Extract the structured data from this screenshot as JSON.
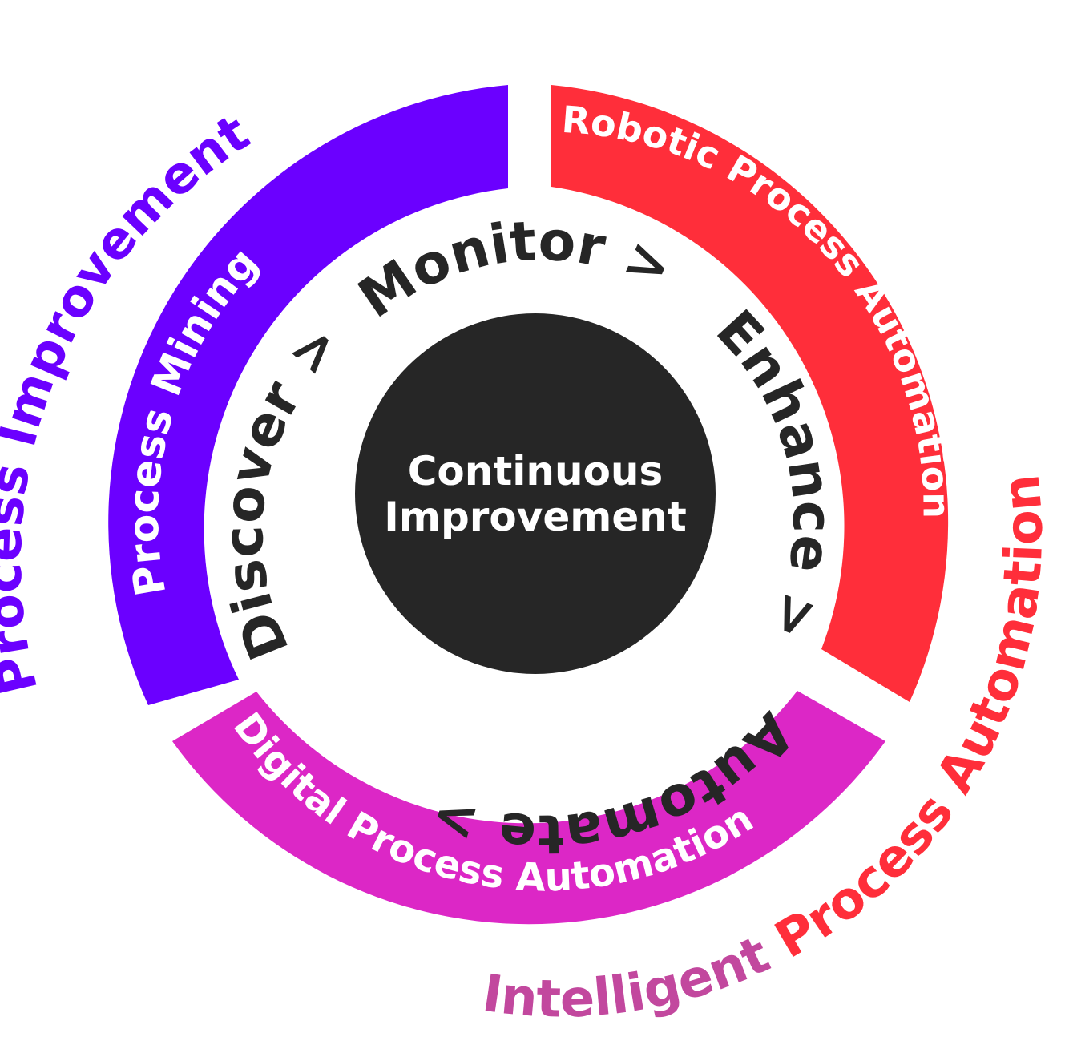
{
  "outer": {
    "process_improvement": "Process Improvement",
    "intelligent": "Intelligent",
    "process_automation": "Process Automation"
  },
  "segments": {
    "process_mining": "Process Mining",
    "robotic_process_automation": "Robotic Process Automation",
    "digital_process_automation": "Digital Process Automation"
  },
  "cycle": {
    "discover": "Discover >",
    "monitor": "Monitor >",
    "enhance": "Enhance >",
    "automate": "Automate >"
  },
  "center": {
    "line1": "Continuous",
    "line2": "Improvement"
  },
  "colors": {
    "purple": "#6B00FF",
    "red": "#FF2E3A",
    "magenta": "#DC27C6",
    "mauve": "#C2489E",
    "dark": "#262626",
    "white": "#FFFFFF"
  }
}
